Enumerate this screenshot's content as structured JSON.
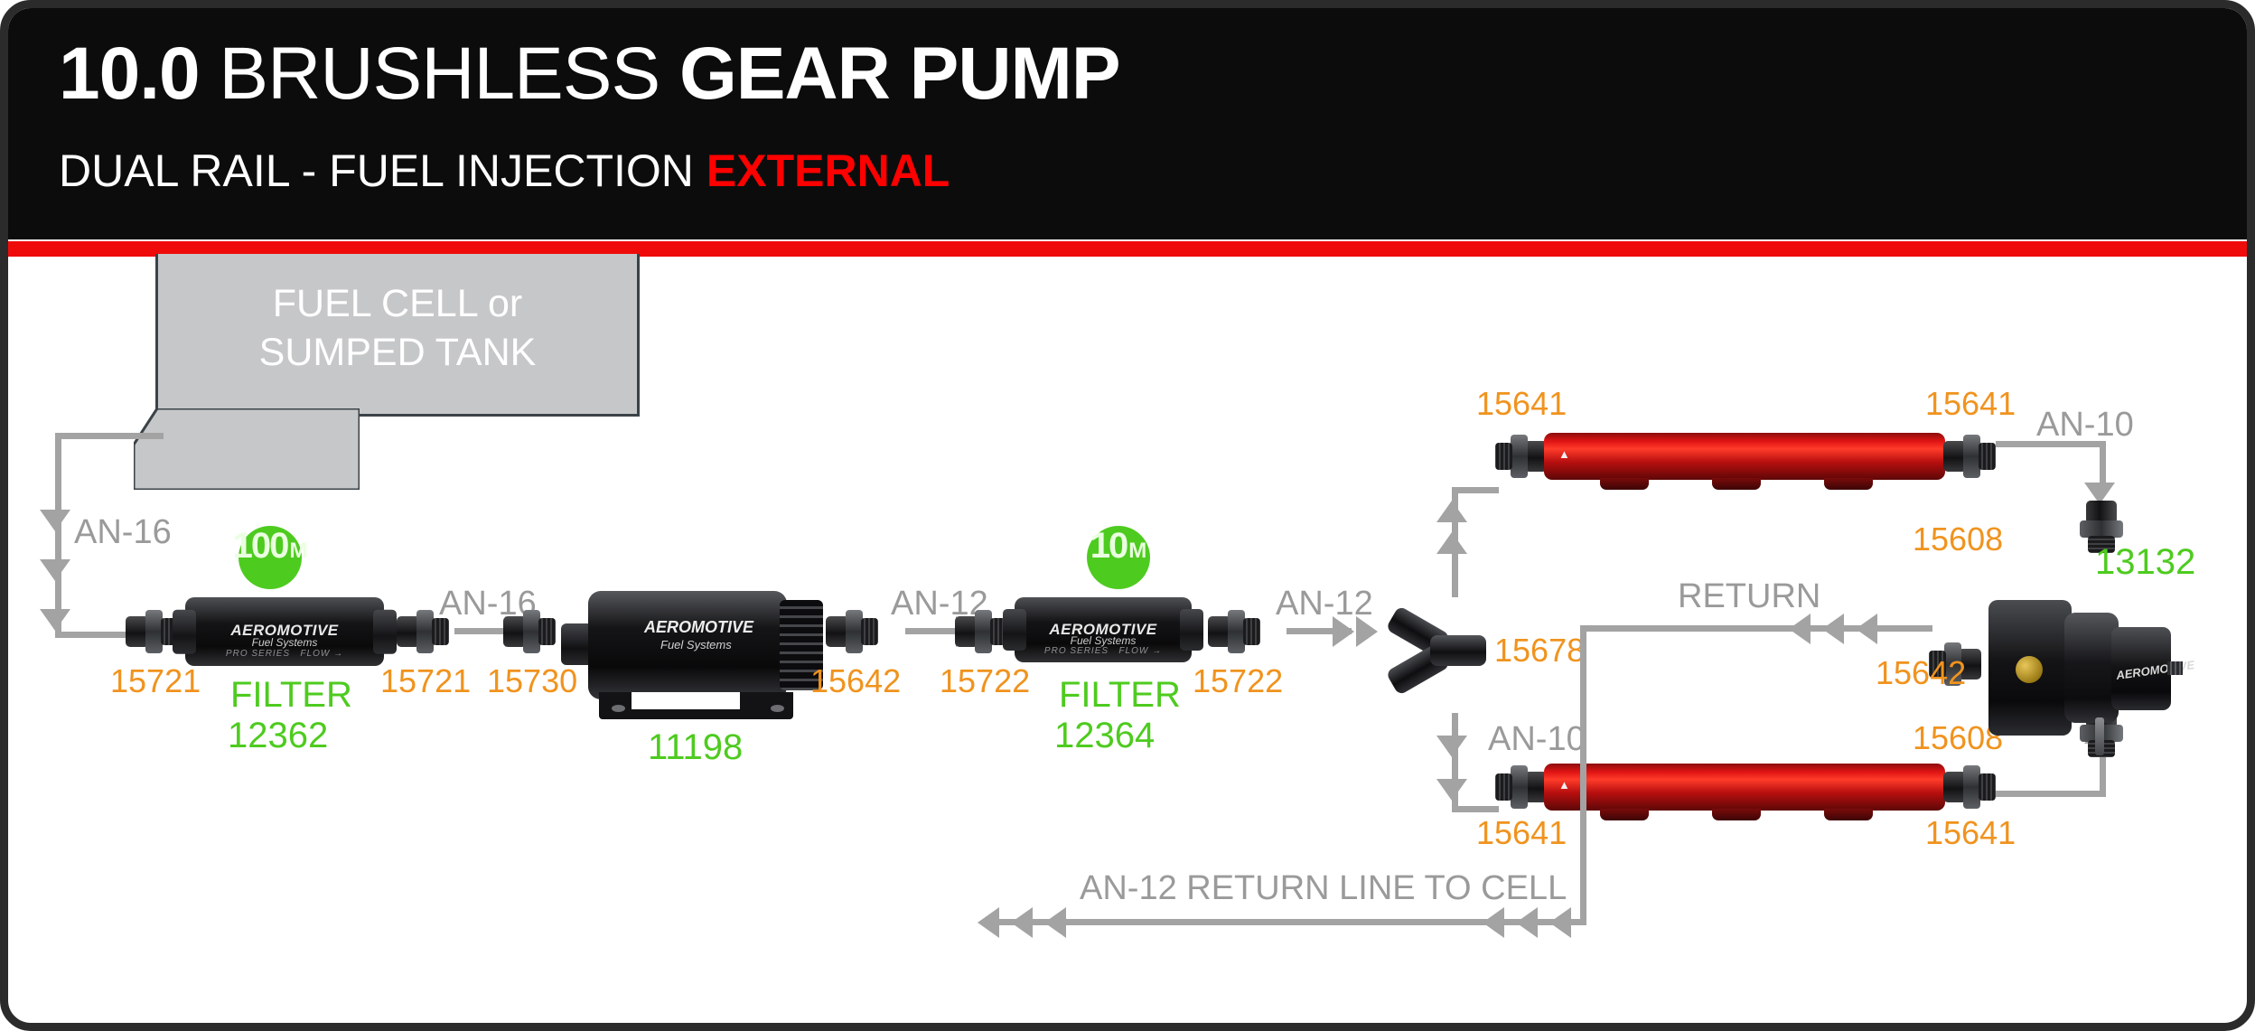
{
  "header": {
    "title_part1": "10.0",
    "title_part2": "BRUSHLESS",
    "title_part3": "GEAR PUMP",
    "subtitle": "DUAL RAIL - FUEL INJECTION",
    "subtitle_accent": "EXTERNAL",
    "bar_color": "#f00b0b",
    "bg_color": "#0c0c0c"
  },
  "callout": {
    "line1": "FUEL CELL or",
    "line2": "SUMPED TANK",
    "fill": "#c6c7c8"
  },
  "colors": {
    "part_number": "#f0931e",
    "assembly_number": "#4ecb1f",
    "line": "#a3a3a3",
    "rail_red": "#e01414"
  },
  "micron_badges": [
    {
      "value": "100",
      "unit": "M"
    },
    {
      "value": "10",
      "unit": "M"
    }
  ],
  "hose_labels": {
    "inlet": "AN-16",
    "pump_in": "AN-16",
    "pump_out": "AN-12",
    "filter_out": "AN-12",
    "rail_top": "AN-10",
    "rail_bottom": "AN-10",
    "reg_feed": "AN-10",
    "return": "RETURN",
    "return_line": "AN-12 RETURN LINE TO CELL"
  },
  "components": [
    {
      "name": "pre-filter",
      "label": "FILTER",
      "number": "12362"
    },
    {
      "name": "pump",
      "label": "",
      "number": "11198"
    },
    {
      "name": "post-filter",
      "label": "FILTER",
      "number": "12364"
    },
    {
      "name": "regulator",
      "label": "",
      "number": "13132"
    }
  ],
  "fittings": [
    {
      "id": "f1",
      "number": "15721"
    },
    {
      "id": "f2",
      "number": "15721"
    },
    {
      "id": "f3",
      "number": "15730"
    },
    {
      "id": "f4",
      "number": "15642"
    },
    {
      "id": "f5",
      "number": "15722"
    },
    {
      "id": "f6",
      "number": "15722"
    },
    {
      "id": "f7",
      "number": "15678"
    },
    {
      "id": "f8",
      "number": "15641"
    },
    {
      "id": "f9",
      "number": "15641"
    },
    {
      "id": "f10",
      "number": "15641"
    },
    {
      "id": "f11",
      "number": "15641"
    },
    {
      "id": "f12",
      "number": "15608"
    },
    {
      "id": "f13",
      "number": "15608"
    },
    {
      "id": "f14",
      "number": "15642"
    }
  ],
  "branding": {
    "brand": "AEROMOTIVE",
    "brand_sub": "Fuel Systems",
    "series": "PRO SERIES",
    "flow": "FLOW"
  }
}
